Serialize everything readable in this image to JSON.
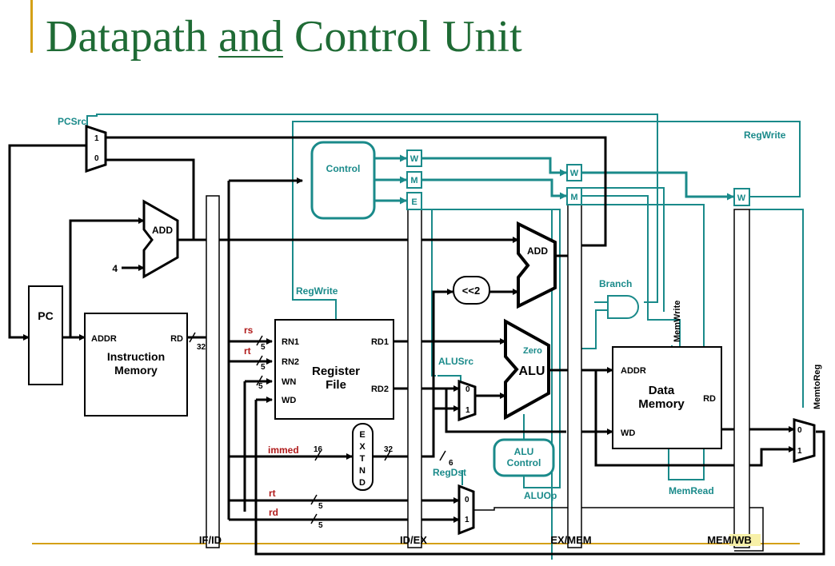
{
  "title": {
    "part1": "Datapath ",
    "part2": "and",
    "part3": " Control Unit"
  },
  "colors": {
    "title": "#1f6b35",
    "control": "#1a8a8a",
    "field": "#b01b1b",
    "accent": "#d4a017"
  },
  "labels": {
    "pcsrc": "PCSrc",
    "regwrite_top": "RegWrite",
    "pc": "PC",
    "add": "ADD",
    "four": "4",
    "control": "Control",
    "addr": "ADDR",
    "rd": "RD",
    "im_line1": "Instruction",
    "im_line2": "Memory",
    "bus32": "32",
    "rs": "rs",
    "rt": "rt",
    "rd_field": "rd",
    "immed": "immed",
    "five": "5",
    "sixteen": "16",
    "six": "6",
    "rn1": "RN1",
    "rn2": "RN2",
    "wn": "WN",
    "wd": "WD",
    "rd1": "RD1",
    "rd2": "RD2",
    "rf_line1": "Register",
    "rf_line2": "File",
    "regwrite_rf": "RegWrite",
    "extnd": [
      "E",
      "X",
      "T",
      "N",
      "D"
    ],
    "shift": "<<2",
    "alu": "ALU",
    "zero": "Zero",
    "alusrc": "ALUSrc",
    "aluc_line1": "ALU",
    "aluc_line2": "Control",
    "aluop": "ALUOp",
    "regdst": "RegDst",
    "branch": "Branch",
    "memwrite": "MemWrite",
    "memread": "MemRead",
    "memtoreg": "MemtoReg",
    "dm_line1": "Data",
    "dm_line2": "Memory",
    "w": "W",
    "m": "M",
    "e": "E",
    "mux0": "0",
    "mux1": "1",
    "if_id": "IF/ID",
    "id_ex": "ID/EX",
    "ex_mem": "EX/MEM",
    "mem_wb": "MEM/WB"
  }
}
